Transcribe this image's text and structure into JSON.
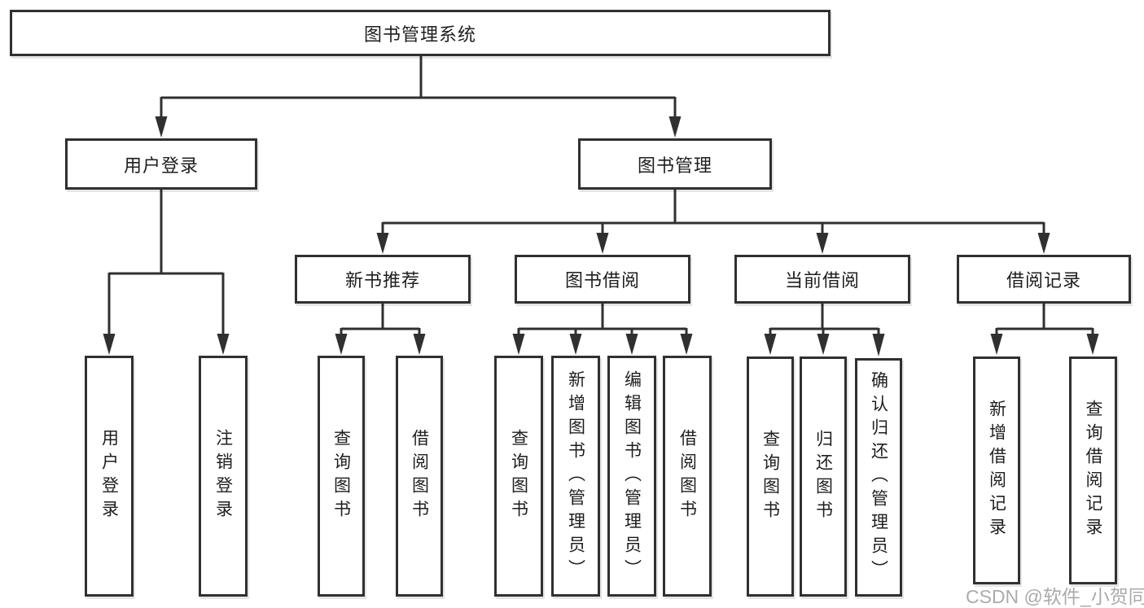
{
  "tree": {
    "label": "图书管理系统",
    "children": [
      {
        "label": "用户登录",
        "children": [
          {
            "label": "用户登录"
          },
          {
            "label": "注销登录"
          }
        ]
      },
      {
        "label": "图书管理",
        "children": [
          {
            "label": "新书推荐",
            "children": [
              {
                "label": "查询图书"
              },
              {
                "label": "借阅图书"
              }
            ]
          },
          {
            "label": "图书借阅",
            "children": [
              {
                "label": "查询图书"
              },
              {
                "label": "新增图书（管理员）"
              },
              {
                "label": "编辑图书（管理员）"
              },
              {
                "label": "借阅图书"
              }
            ]
          },
          {
            "label": "当前借阅",
            "children": [
              {
                "label": "查询图书"
              },
              {
                "label": "归还图书"
              },
              {
                "label": "确认归还（管理员）"
              }
            ]
          },
          {
            "label": "借阅记录",
            "children": [
              {
                "label": "新增借阅记录"
              },
              {
                "label": "查询借阅记录"
              }
            ]
          }
        ]
      }
    ]
  },
  "colors": {
    "line": "#303030",
    "text": "#1e1e1e",
    "watermark": "#ababab",
    "background": "#ffffff"
  },
  "watermark": {
    "text": "CSDN @软件_小贺同学"
  }
}
